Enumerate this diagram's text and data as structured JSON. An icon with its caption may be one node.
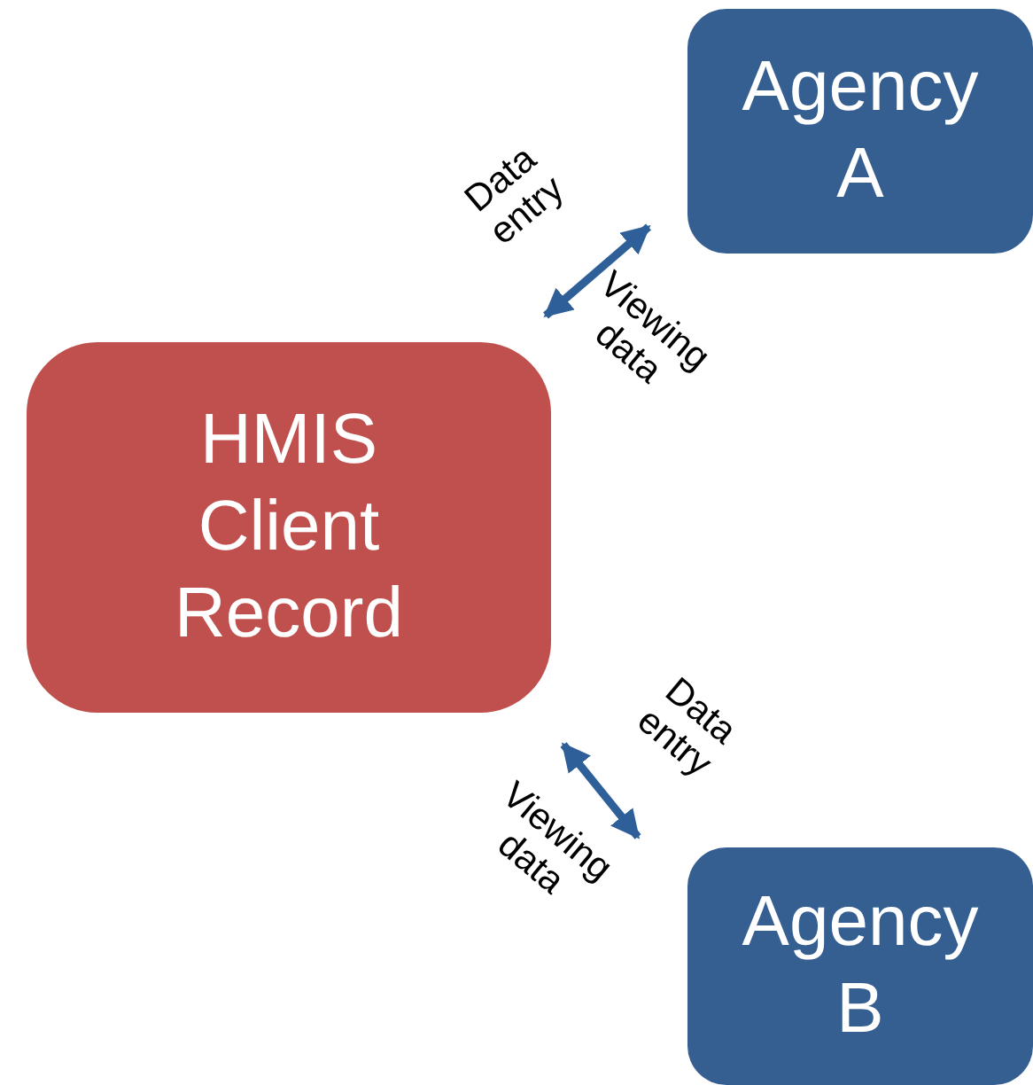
{
  "diagram": {
    "nodes": [
      {
        "text": [
          "HMIS Client Record"
        ]
      },
      {
        "text": [
          "Agency A"
        ]
      },
      {
        "text": [
          "Agency B"
        ]
      }
    ],
    "edges": [
      {
        "from": 0,
        "to": 1,
        "arrow": "both"
      },
      {
        "from": 0,
        "to": 2,
        "arrow": "both"
      }
    ],
    "labels": [
      "Data entry",
      "Viewing data",
      "Data entry",
      "Viewing data"
    ]
  }
}
